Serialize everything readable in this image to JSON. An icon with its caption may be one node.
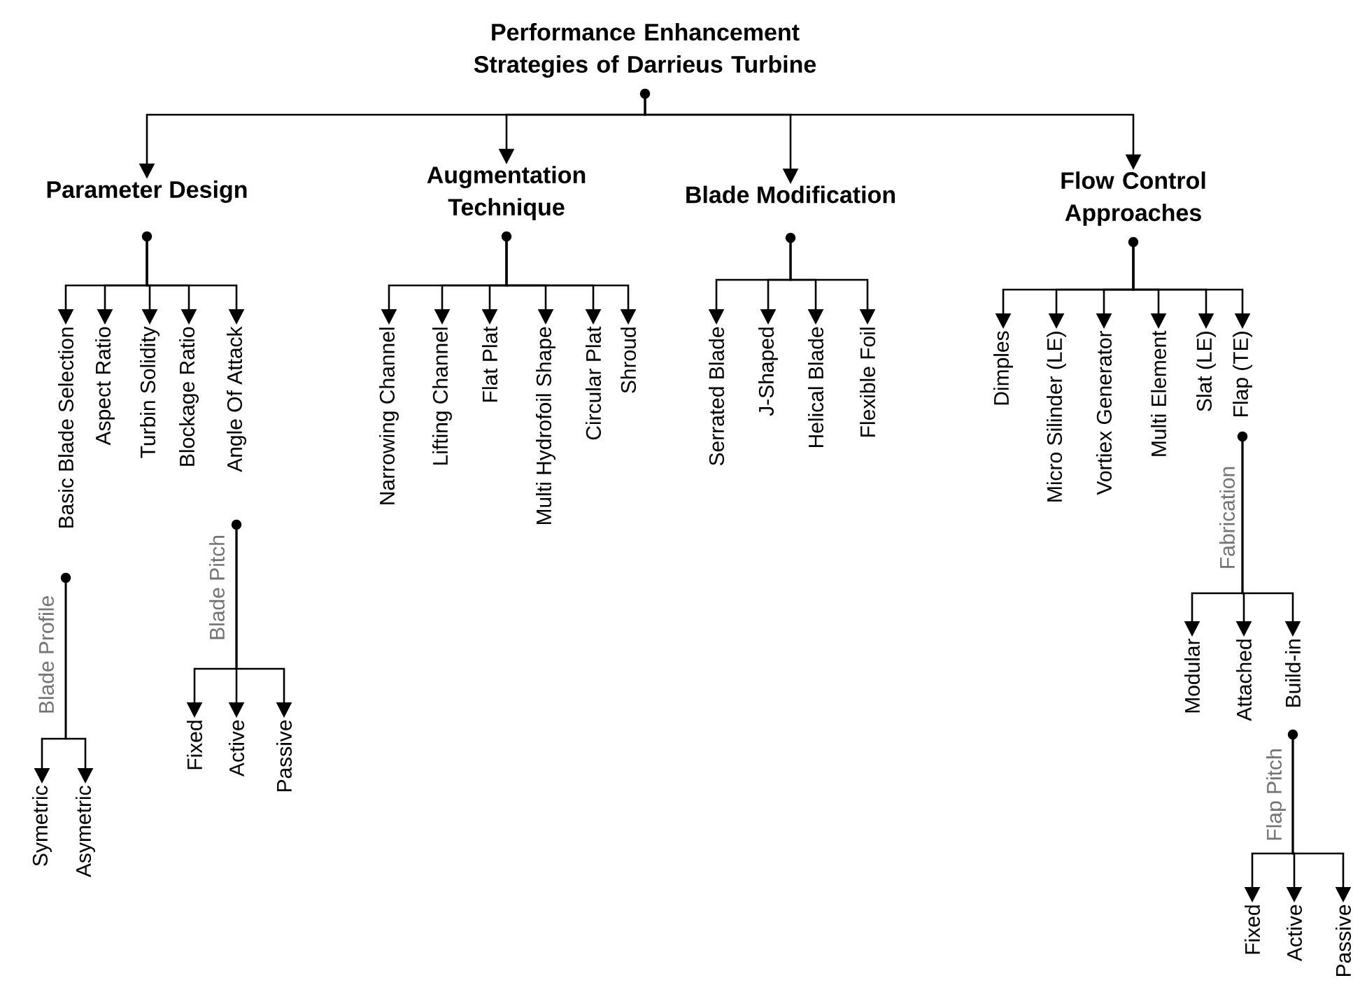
{
  "diagram": {
    "nodes": [
      {
        "text": [
          "Performance Enhancement Strategies of Darrieus Turbine"
        ]
      },
      {
        "text": [
          "Parameter Design"
        ]
      },
      {
        "text": [
          "Augmentation Technique"
        ]
      },
      {
        "text": [
          "Blade Modification"
        ]
      },
      {
        "text": [
          "Flow Control Approaches"
        ]
      },
      {
        "text": [
          "Basic Blade Selection"
        ]
      },
      {
        "text": [
          "Aspect Ratio"
        ]
      },
      {
        "text": [
          "Turbin Solidity"
        ]
      },
      {
        "text": [
          "Blockage Ratio"
        ]
      },
      {
        "text": [
          "Angle Of Attack"
        ]
      },
      {
        "text": [
          "Symetric"
        ]
      },
      {
        "text": [
          "Asymetric"
        ]
      },
      {
        "text": [
          "Fixed"
        ]
      },
      {
        "text": [
          "Active"
        ]
      },
      {
        "text": [
          "Passive"
        ]
      },
      {
        "text": [
          "Narrowing Channel"
        ]
      },
      {
        "text": [
          "Lifting Channel"
        ]
      },
      {
        "text": [
          "Flat Plat"
        ]
      },
      {
        "text": [
          "Multi Hydrofoil Shape"
        ]
      },
      {
        "text": [
          "Circular Plat"
        ]
      },
      {
        "text": [
          "Shroud"
        ]
      },
      {
        "text": [
          "Serrated Blade"
        ]
      },
      {
        "text": [
          "J-Shaped"
        ]
      },
      {
        "text": [
          "Helical Blade"
        ]
      },
      {
        "text": [
          "Flexible Foil"
        ]
      },
      {
        "text": [
          "Dimples"
        ]
      },
      {
        "text": [
          "Micro Silinder (LE)"
        ]
      },
      {
        "text": [
          "Vortiex Generator"
        ]
      },
      {
        "text": [
          "Multi Element"
        ]
      },
      {
        "text": [
          "Slat (LE)"
        ]
      },
      {
        "text": [
          "Flap (TE)"
        ]
      },
      {
        "text": [
          "Modular"
        ]
      },
      {
        "text": [
          "Attached"
        ]
      },
      {
        "text": [
          "Build-in"
        ]
      },
      {
        "text": [
          "Fixed"
        ]
      },
      {
        "text": [
          "Active"
        ]
      },
      {
        "text": [
          "Passive"
        ]
      }
    ],
    "edges": [
      {
        "from": 0,
        "to": 1,
        "arrow": "to"
      },
      {
        "from": 0,
        "to": 2,
        "arrow": "to"
      },
      {
        "from": 0,
        "to": 3,
        "arrow": "to"
      },
      {
        "from": 0,
        "to": 4,
        "arrow": "to"
      },
      {
        "from": 1,
        "to": 5,
        "arrow": "to"
      },
      {
        "from": 1,
        "to": 6,
        "arrow": "to"
      },
      {
        "from": 1,
        "to": 7,
        "arrow": "to"
      },
      {
        "from": 1,
        "to": 8,
        "arrow": "to"
      },
      {
        "from": 1,
        "to": 9,
        "arrow": "to"
      },
      {
        "from": 5,
        "to": 10,
        "arrow": "to",
        "label": "Blade Profile"
      },
      {
        "from": 5,
        "to": 11,
        "arrow": "to"
      },
      {
        "from": 9,
        "to": 12,
        "arrow": "to",
        "label": "Blade Pitch"
      },
      {
        "from": 9,
        "to": 13,
        "arrow": "to"
      },
      {
        "from": 9,
        "to": 14,
        "arrow": "to"
      },
      {
        "from": 2,
        "to": 15,
        "arrow": "to"
      },
      {
        "from": 2,
        "to": 16,
        "arrow": "to"
      },
      {
        "from": 2,
        "to": 17,
        "arrow": "to"
      },
      {
        "from": 2,
        "to": 18,
        "arrow": "to"
      },
      {
        "from": 2,
        "to": 19,
        "arrow": "to"
      },
      {
        "from": 2,
        "to": 20,
        "arrow": "to"
      },
      {
        "from": 3,
        "to": 21,
        "arrow": "to"
      },
      {
        "from": 3,
        "to": 22,
        "arrow": "to"
      },
      {
        "from": 3,
        "to": 23,
        "arrow": "to"
      },
      {
        "from": 3,
        "to": 24,
        "arrow": "to"
      },
      {
        "from": 4,
        "to": 25,
        "arrow": "to"
      },
      {
        "from": 4,
        "to": 26,
        "arrow": "to"
      },
      {
        "from": 4,
        "to": 27,
        "arrow": "to"
      },
      {
        "from": 4,
        "to": 28,
        "arrow": "to"
      },
      {
        "from": 4,
        "to": 29,
        "arrow": "to"
      },
      {
        "from": 4,
        "to": 30,
        "arrow": "to"
      },
      {
        "from": 30,
        "to": 31,
        "arrow": "to",
        "label": "Fabrication"
      },
      {
        "from": 30,
        "to": 32,
        "arrow": "to"
      },
      {
        "from": 30,
        "to": 33,
        "arrow": "to"
      },
      {
        "from": 33,
        "to": 34,
        "arrow": "to",
        "label": "Flap Pitch"
      },
      {
        "from": 33,
        "to": 35,
        "arrow": "to"
      },
      {
        "from": 33,
        "to": 36,
        "arrow": "to"
      }
    ]
  }
}
